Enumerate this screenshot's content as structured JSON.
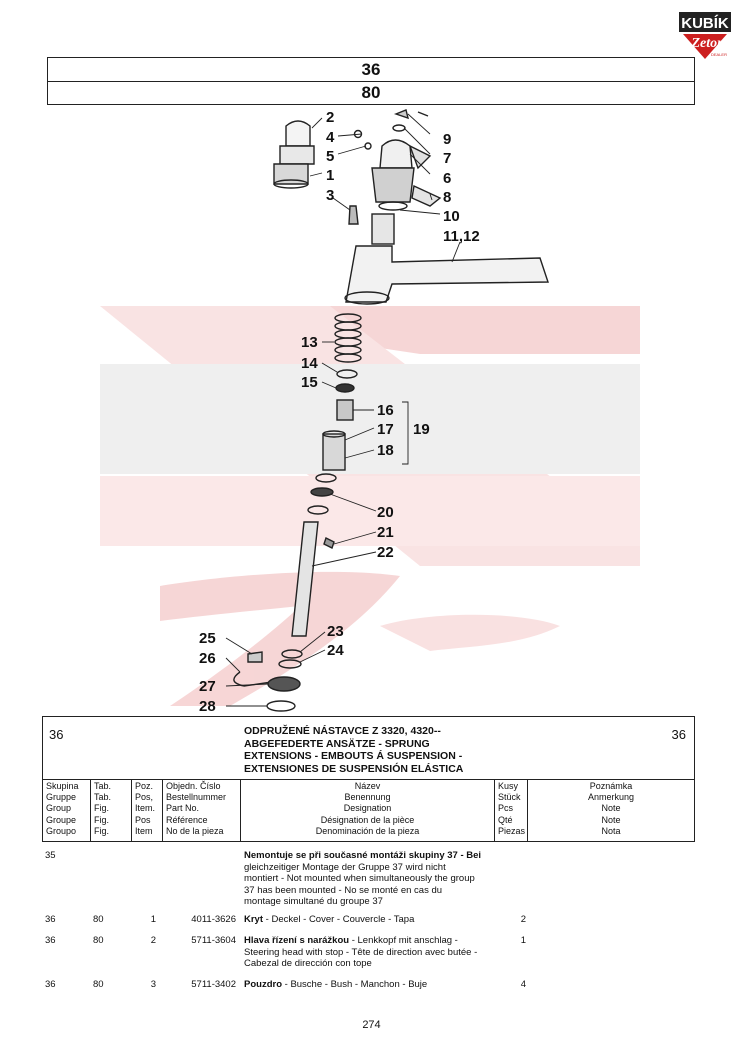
{
  "logo": {
    "brand": "KUBÍK",
    "sub": "Zetor",
    "tag": "DEALER",
    "colors": {
      "red": "#cc1f1f",
      "dark": "#222222"
    }
  },
  "header": {
    "group": "36",
    "table": "80"
  },
  "diagram": {
    "callouts": [
      "2",
      "4",
      "5",
      "1",
      "3",
      "9",
      "7",
      "6",
      "8",
      "10",
      "11,12",
      "13",
      "14",
      "15",
      "16",
      "17",
      "18",
      "19",
      "20",
      "21",
      "22",
      "23",
      "24",
      "25",
      "26",
      "27",
      "28"
    ],
    "watermark_color": "#f3c9c9"
  },
  "table": {
    "group_left": "36",
    "group_right": "36",
    "title_lines": [
      "ODPRUŽENÉ NÁSTAVCE Z 3320, 4320--",
      "ABGEFEDERTE ANSÄTZE - SPRUNG",
      "EXTENSIONS - EMBOUTS Á SUSPENSION -",
      "EXTENSIONES DE SUSPENSIÓN ELÁSTICA"
    ],
    "columns": [
      [
        "Skupina",
        "Gruppe",
        "Group",
        "Groupe",
        "Groupo"
      ],
      [
        "Tab.",
        "Tab.",
        "Fig.",
        "Fig.",
        "Fig."
      ],
      [
        "Poz.",
        "Pos,",
        "Item.",
        "Pos",
        "Item"
      ],
      [
        "Objedn. Číslo",
        "Bestellnummer",
        "Part No.",
        "Référence",
        "No de la pieza"
      ],
      [
        "Název",
        "Benennung",
        "Designation",
        "Désignation de la pièce",
        "Denominación de la pieza"
      ],
      [
        "Kusy",
        "Stück",
        "Pcs",
        "Qté",
        "Piezas"
      ],
      [
        "Poznámka",
        "Anmerkung",
        "Note",
        "Note",
        "Nota"
      ]
    ]
  },
  "rows": [
    {
      "skupina": "35",
      "tab": "",
      "poz": "",
      "part": "",
      "qty": "",
      "bold_text": "Nemontuje se při současné montáži skupiny 37 - Bei",
      "lines": [
        "gleichzeitiger Montage der  Gruppe 37 wird nicht",
        "montiert - Not mounted when simultaneously the group",
        "37 has been mounted - No se monté en cas du",
        "montage simultané du groupe 37"
      ]
    },
    {
      "skupina": "36",
      "tab": "80",
      "poz": "1",
      "part": "4011-3626",
      "qty": "2",
      "bold_text": "Kryt",
      "lines": [
        " - Deckel - Cover - Couvercle - Tapa"
      ]
    },
    {
      "skupina": "36",
      "tab": "80",
      "poz": "2",
      "part": "5711-3604",
      "qty": "1",
      "bold_text": "Hlava řízení s narážkou",
      "lines": [
        " - Lenkkopf mit anschlag -",
        "Steering head with stop - Tête de direction avec butée -",
        "Cabezal de dirección con tope"
      ]
    },
    {
      "skupina": "36",
      "tab": "80",
      "poz": "3",
      "part": "5711-3402",
      "qty": "4",
      "bold_text": "Pouzdro",
      "lines": [
        " - Busche - Bush - Manchon - Buje"
      ]
    }
  ],
  "page_number": "274"
}
